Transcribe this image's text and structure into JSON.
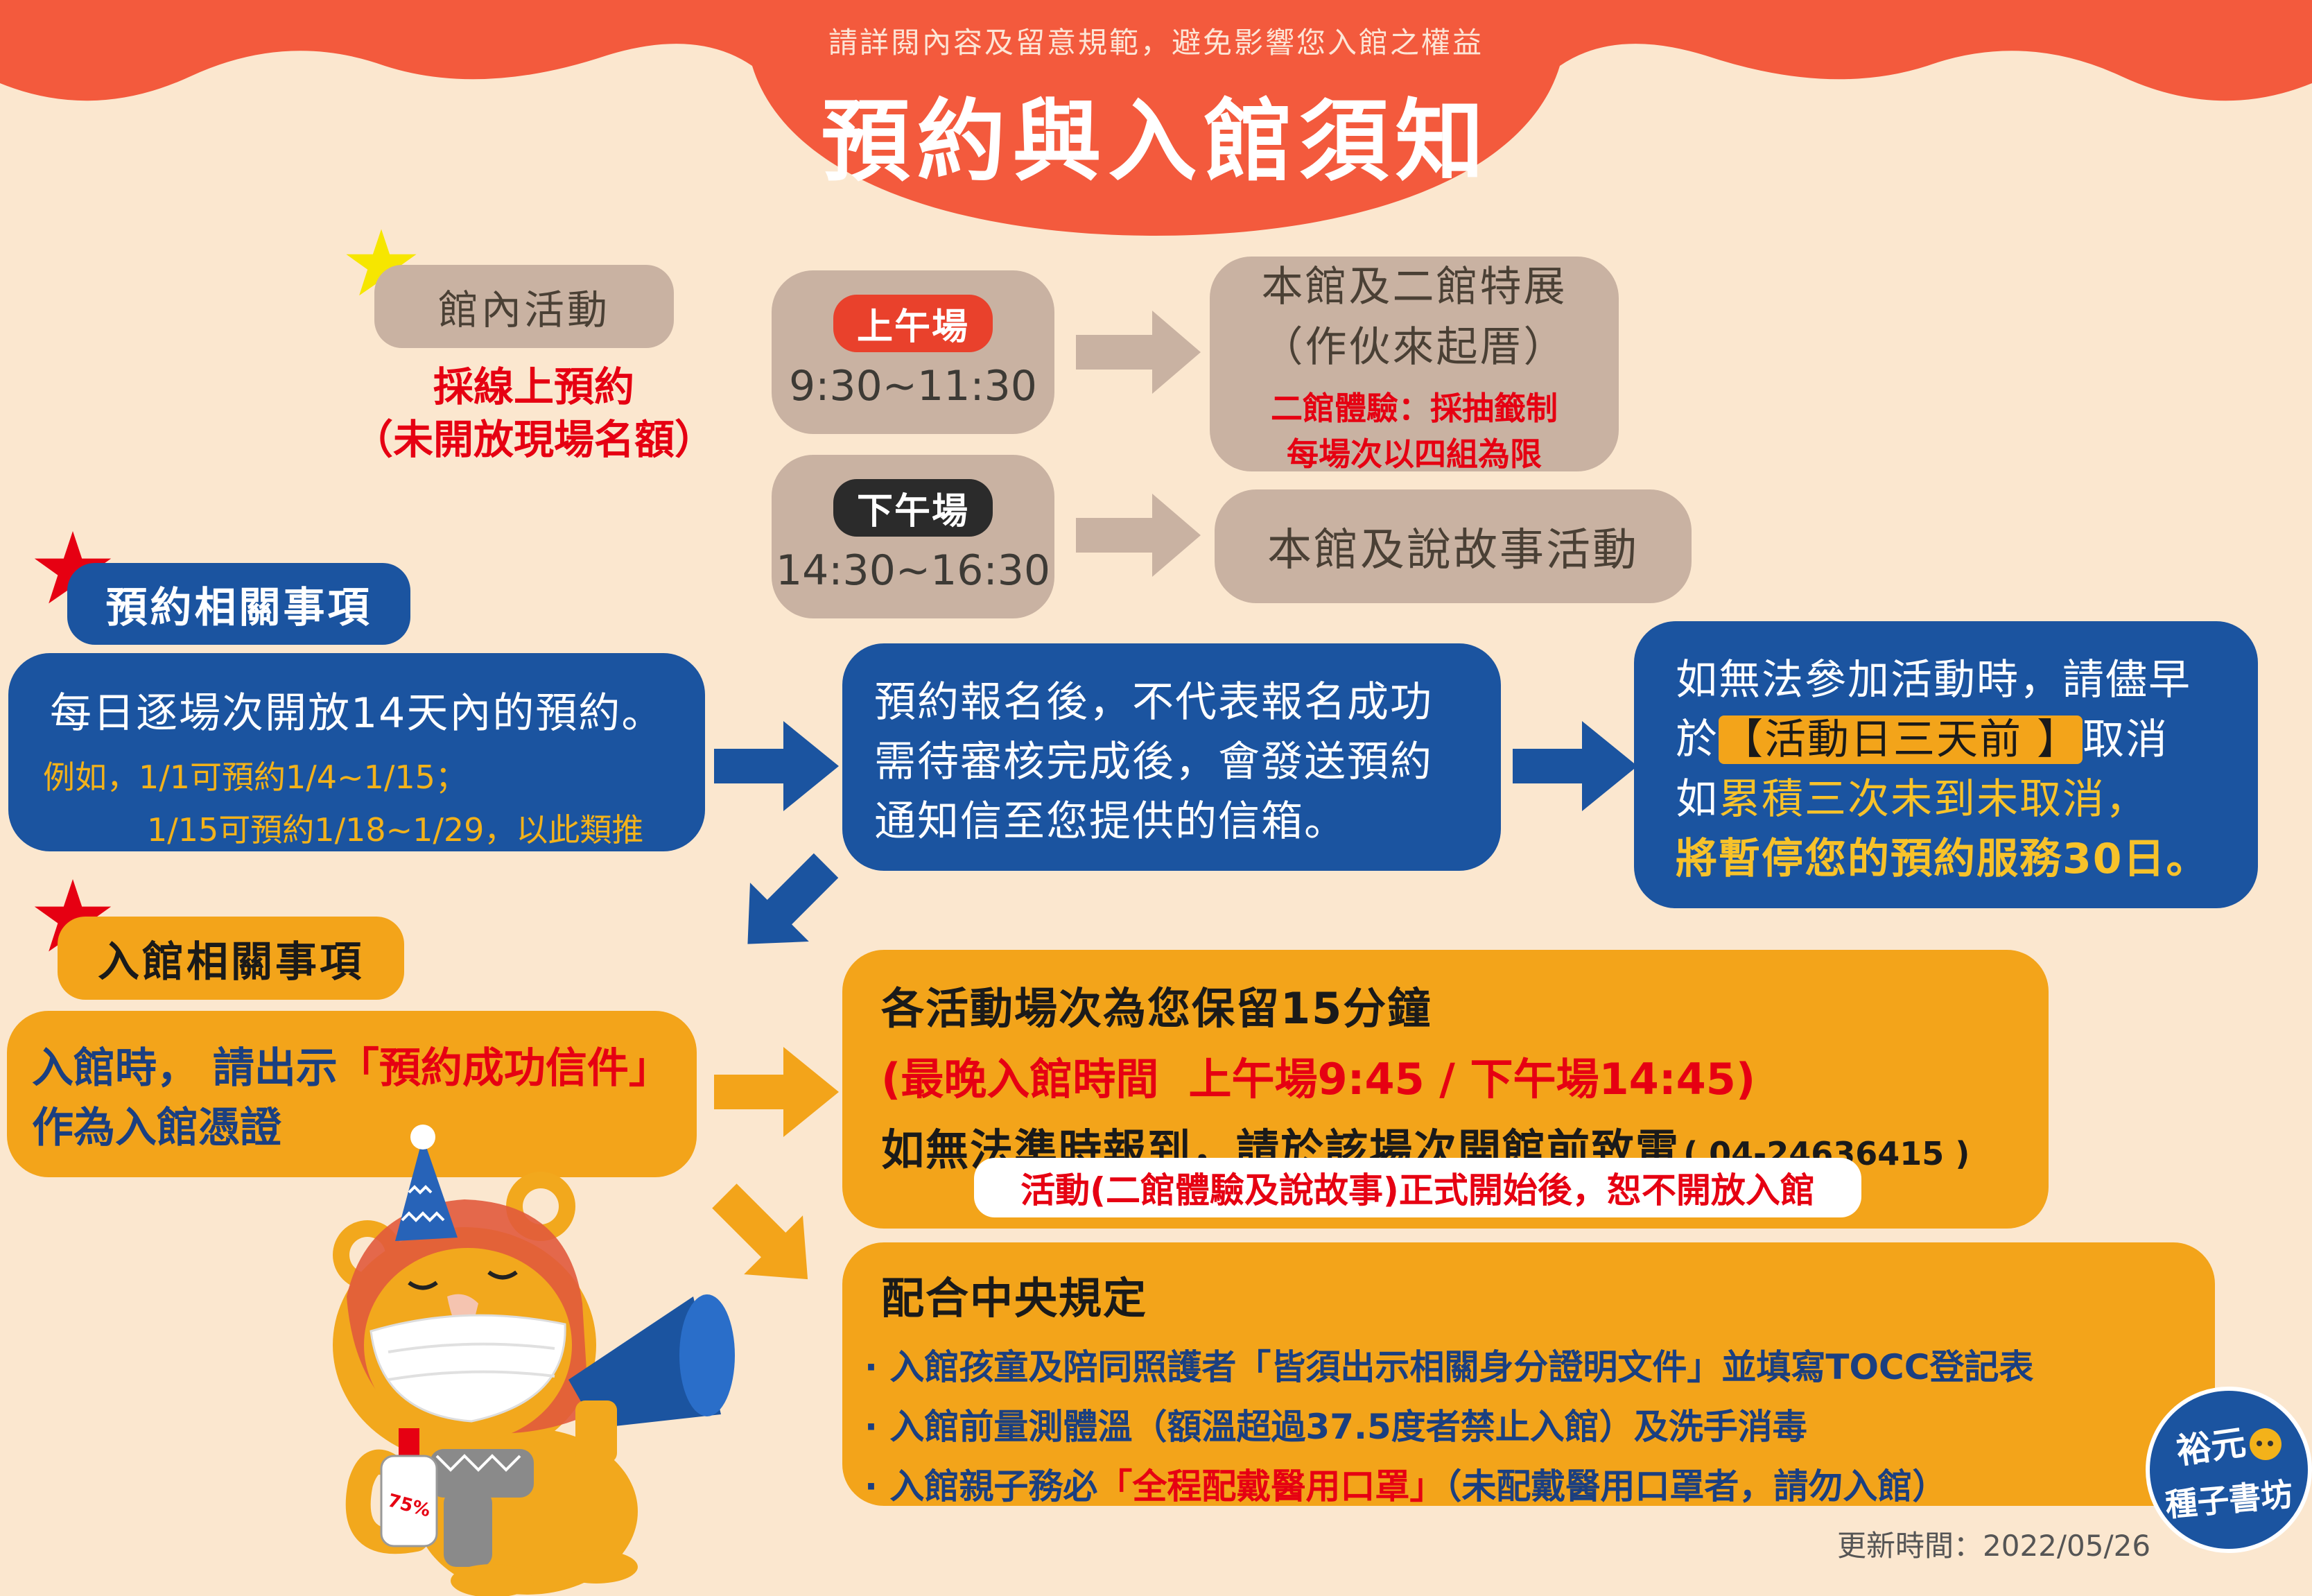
{
  "header": {
    "subtitle": "請詳閱內容及留意規範，避免影響您入館之權益",
    "title": "預約與入館須知"
  },
  "activities": {
    "tag": "館內活動",
    "note_line1": "採線上預約",
    "note_line2": "（未開放現場名額）",
    "morning": {
      "badge": "上午場",
      "time": "9:30~11:30",
      "target_line1": "本館及二館特展",
      "target_line2": "（作伙來起厝）",
      "target_note1": "二館體驗：採抽籤制",
      "target_note2": "每場次以四組為限"
    },
    "afternoon": {
      "badge": "下午場",
      "time": "14:30~16:30",
      "target": "本館及說故事活動"
    }
  },
  "reservation": {
    "tag": "預約相關事項",
    "box1_line1": "每日逐場次開放14天內的預約。",
    "box1_line2": "例如，1/1可預約1/4~1/15；",
    "box1_line3": "1/15可預約1/18~1/29，以此類推",
    "box2_line1": "預約報名後，不代表報名成功",
    "box2_line2": "需待審核完成後，會發送預約",
    "box2_line3": "通知信至您提供的信箱。",
    "box3_line1": "如無法參加活動時，請儘早",
    "box3_line2_pre": "於",
    "box3_line2_hl": "【活動日三天前 】",
    "box3_line2_post": "取消",
    "box3_line3_pre": "如",
    "box3_line3_hl": "累積三次未到未取消，",
    "box3_line4": "將暫停您的預約服務30日。"
  },
  "entry": {
    "tag": "入館相關事項",
    "box1_line1_pre": "入館時， 請出示",
    "box1_line1_hl": "「預約成功信件」",
    "box1_line2": "作為入館憑證",
    "box2_line1": "各活動場次為您保留15分鐘",
    "box2_line2": "(最晚入館時間  上午場9:45 / 下午場14:45)",
    "box2_line3": "如無法準時報到，請於該場次開館前致電",
    "box2_phone": "( 04-24636415 )",
    "box2_notice": "活動(二館體驗及說故事)正式開始後，恕不開放入館",
    "box3_title": "配合中央規定",
    "box3_item1": "· 入館孩童及陪同照護者「皆須出示相關身分證明文件」並填寫TOCC登記表",
    "box3_item2": "· 入館前量測體溫（額溫超過37.5度者禁止入館）及洗手消毒",
    "box3_item3_pre": "· 入館親子務必",
    "box3_item3_hl": "「全程配戴醫用口罩」",
    "box3_item3_post": "（未配戴醫用口罩者，請勿入館）"
  },
  "logo": {
    "line1": "裕元",
    "line2": "種子書坊"
  },
  "mascot": {
    "bottle_label": "75%"
  },
  "footer": {
    "updated": "更新時間：2022/05/26"
  },
  "colors": {
    "background": "#fbe7cf",
    "banner": "#f35a3d",
    "blue": "#1b54a0",
    "orange": "#f3a41a",
    "tan": "#c9b2a2",
    "red_text": "#e60012",
    "gold_text": "#f3b21a"
  }
}
